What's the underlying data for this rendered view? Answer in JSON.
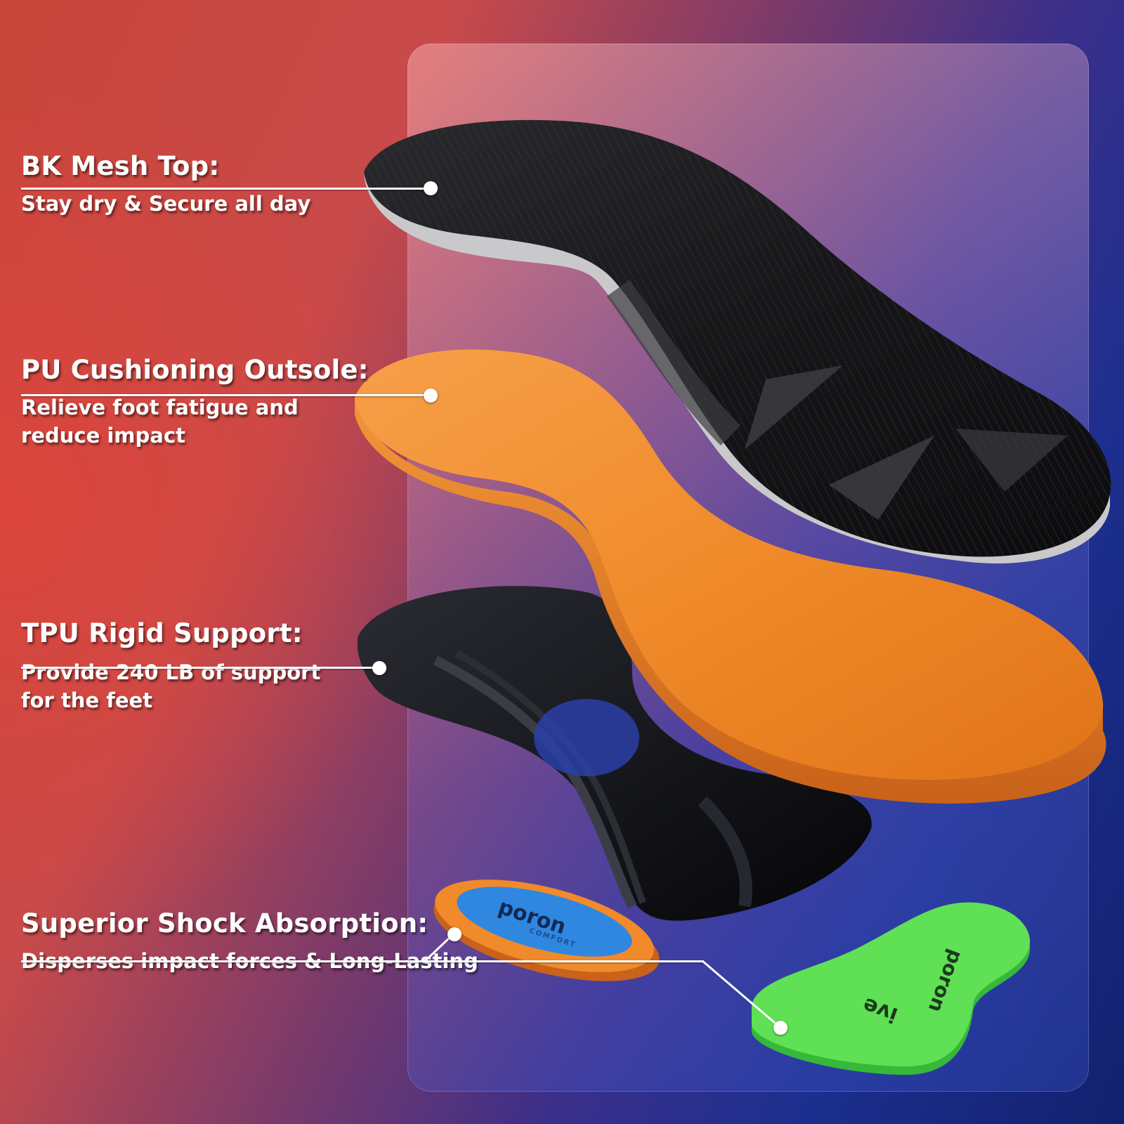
{
  "colors": {
    "background_left": "#c8453a",
    "background_right": "#13206e",
    "mesh_top": "#1b1b1d",
    "pu_orange": "#f08a2a",
    "tpu_black": "#111114",
    "poron_blue": "#2f87e0",
    "poron_green": "#52d84a",
    "text": "#ffffff"
  },
  "callouts": [
    {
      "title": "BK Mesh Top:",
      "description": "Stay dry & Secure all day"
    },
    {
      "title": "PU Cushioning Outsole:",
      "description": "Relieve foot fatigue and\nreduce impact"
    },
    {
      "title": "TPU Rigid Support:",
      "description": "Provide 240 LB of support\nfor the feet"
    },
    {
      "title": "Superior Shock Absorption:",
      "description": "Disperses impact forces & Long-Lasting"
    }
  ],
  "brands": {
    "heel_pad_logo": "poron",
    "heel_pad_sub": "COMFORT",
    "forefoot_pad_logo": "poron",
    "forefoot_pad_sub": "ive"
  }
}
